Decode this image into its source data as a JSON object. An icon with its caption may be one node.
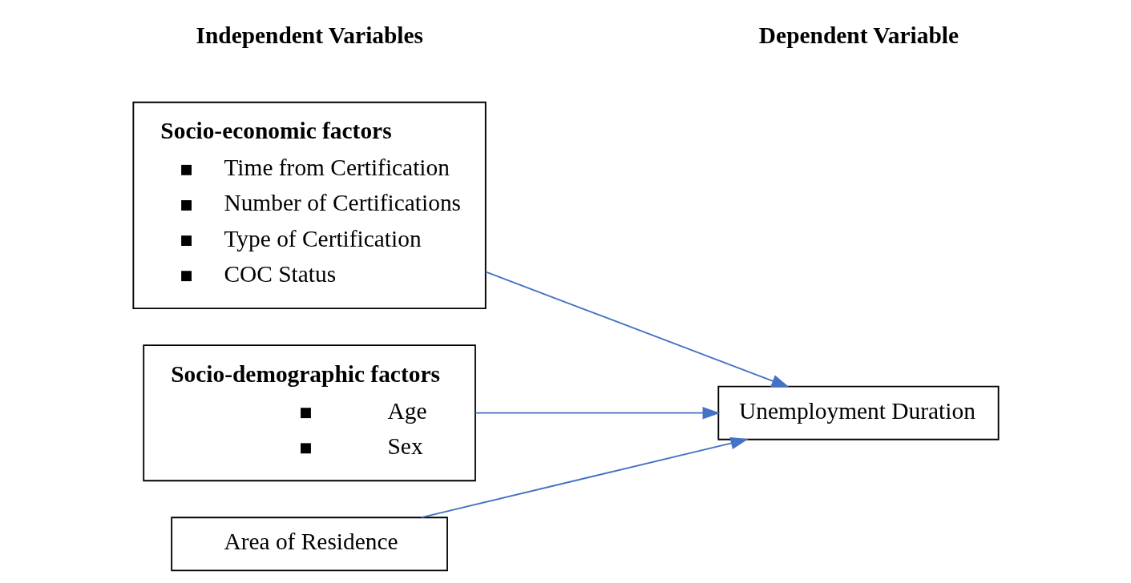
{
  "diagram": {
    "nodes": [
      {
        "text": [
          "Socio-economic factors",
          "Time from Certification",
          "Number of Certifications",
          "Type of Certification",
          "COC Status"
        ]
      },
      {
        "text": [
          "Socio-demographic factors",
          "Age",
          "Sex"
        ]
      },
      {
        "text": [
          "Area of Residence"
        ]
      },
      {
        "text": [
          "Unemployment Duration"
        ]
      }
    ],
    "edges": [
      {
        "from": 0,
        "to": 3,
        "arrow": "to"
      },
      {
        "from": 1,
        "to": 3,
        "arrow": "to"
      },
      {
        "from": 2,
        "to": 3,
        "arrow": "to"
      }
    ],
    "labels": [
      "Independent Variables",
      "Dependent Variable"
    ]
  }
}
